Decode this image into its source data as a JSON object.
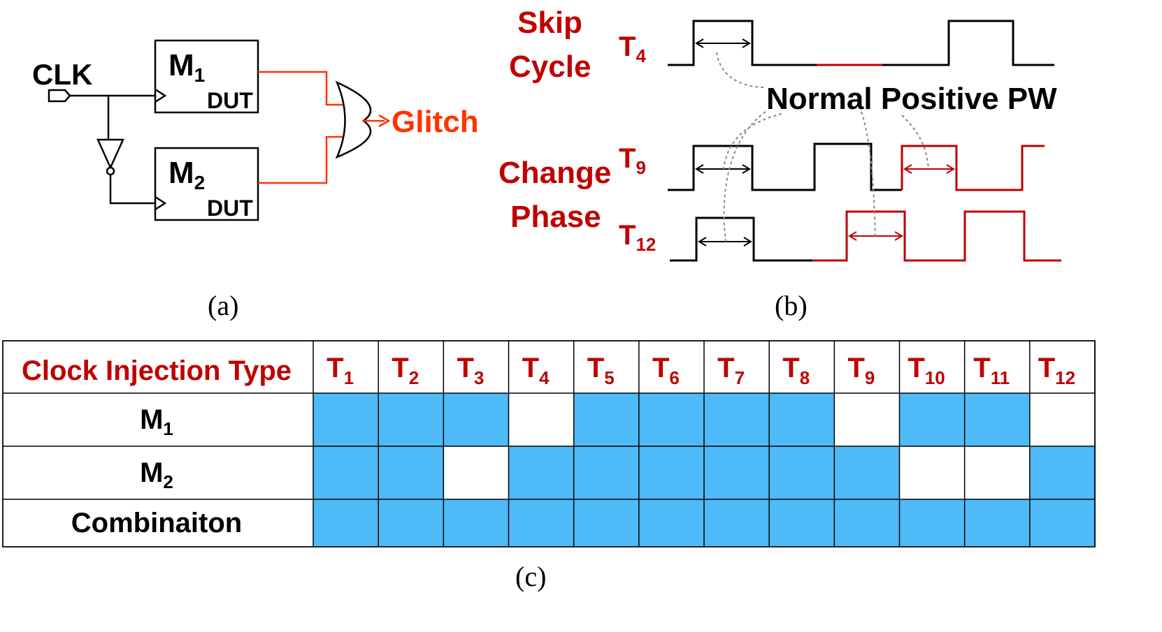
{
  "colors": {
    "black": "#000000",
    "red": "#c00000",
    "orange": "#ff3300",
    "cell_blue": "#4fbaf8",
    "dashed_gray": "#888888"
  },
  "circuit": {
    "clk_label": "CLK",
    "m1": {
      "name": "M",
      "sub": "1",
      "tag": "DUT"
    },
    "m2": {
      "name": "M",
      "sub": "2",
      "tag": "DUT"
    },
    "output_label": "Glitch",
    "caption": "(a)"
  },
  "waveforms": {
    "skip_label": [
      "Skip",
      "Cycle"
    ],
    "change_label": [
      "Change",
      "Phase"
    ],
    "t4": {
      "name": "T",
      "sub": "4"
    },
    "t9": {
      "name": "T",
      "sub": "9"
    },
    "t12": {
      "name": "T",
      "sub": "12"
    },
    "annotation": "Normal Positive PW",
    "caption": "(b)"
  },
  "table": {
    "header_label": "Clock Injection Type",
    "columns": [
      {
        "name": "T",
        "sub": "1"
      },
      {
        "name": "T",
        "sub": "2"
      },
      {
        "name": "T",
        "sub": "3"
      },
      {
        "name": "T",
        "sub": "4"
      },
      {
        "name": "T",
        "sub": "5"
      },
      {
        "name": "T",
        "sub": "6"
      },
      {
        "name": "T",
        "sub": "7"
      },
      {
        "name": "T",
        "sub": "8"
      },
      {
        "name": "T",
        "sub": "9"
      },
      {
        "name": "T",
        "sub": "10"
      },
      {
        "name": "T",
        "sub": "11"
      },
      {
        "name": "T",
        "sub": "12"
      }
    ],
    "rows": [
      {
        "name": "M",
        "sub": "1",
        "cells": [
          true,
          true,
          true,
          false,
          true,
          true,
          true,
          true,
          false,
          true,
          true,
          false
        ]
      },
      {
        "name": "M",
        "sub": "2",
        "cells": [
          true,
          true,
          false,
          true,
          true,
          true,
          true,
          true,
          true,
          false,
          false,
          true
        ]
      },
      {
        "name": "Combinaiton",
        "sub": "",
        "cells": [
          true,
          true,
          true,
          true,
          true,
          true,
          true,
          true,
          true,
          true,
          true,
          true
        ]
      }
    ],
    "caption": "(c)"
  }
}
